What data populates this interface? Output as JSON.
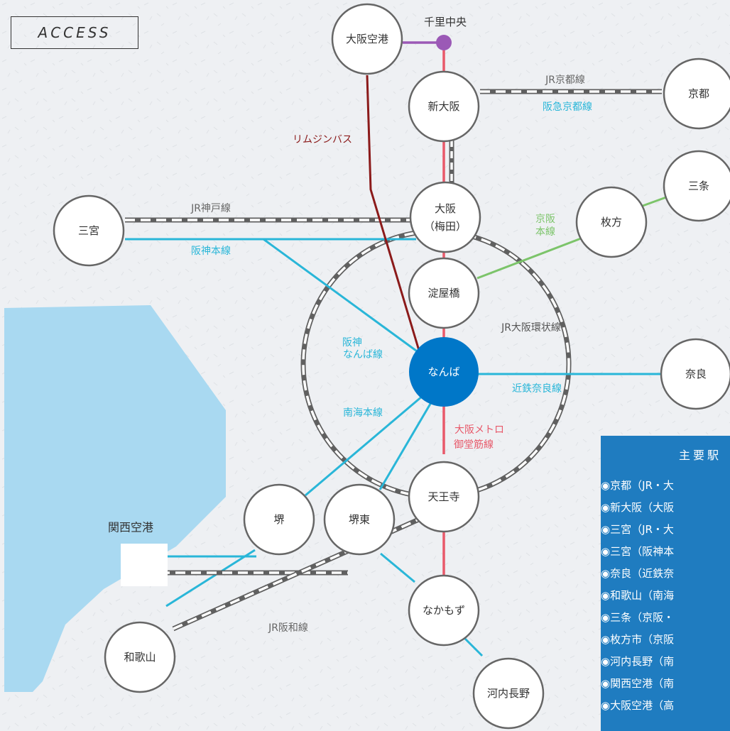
{
  "header": {
    "title": "ACCESS"
  },
  "colors": {
    "jr": "#606060",
    "hanshin": "#29b6d8",
    "keihan": "#7cc46a",
    "metro": "#e8596a",
    "limousine": "#8b1a1a",
    "kitakyu": "#9b59b6",
    "hub": "#0077c8",
    "sea": "#a9d9f1",
    "panel": "#1f7cc0"
  },
  "stations": {
    "itami_airport": "大阪空港",
    "senri_chuo": "千里中央",
    "shin_osaka": "新大阪",
    "kyoto": "京都",
    "sanjo": "三条",
    "hirakata": "枚方",
    "osaka_line1": "大阪",
    "osaka_line2": "（梅田）",
    "sannomiya": "三宮",
    "yodoyabashi": "淀屋橋",
    "namba": "なんば",
    "nara": "奈良",
    "tennoji": "天王寺",
    "sakai": "堺",
    "sakai_higashi": "堺東",
    "kansai_airport": "関西空港",
    "nakamozu": "なかもず",
    "wakayama": "和歌山",
    "kawachinagano": "河内長野"
  },
  "lines": {
    "jr_kyoto": "JR京都線",
    "hankyu_kyoto": "阪急京都線",
    "limousine": "リムジンバス",
    "jr_kobe": "JR神戸線",
    "hanshin_main": "阪神本線",
    "keihan_line1": "京阪",
    "keihan_line2": "本線",
    "jr_loop": "JR大阪環状線",
    "hanshin_namba_line1": "阪神",
    "hanshin_namba_line2": "なんば線",
    "kintetsu_nara": "近鉄奈良線",
    "nankai_main": "南海本線",
    "metro_line1": "大阪メトロ",
    "metro_line2": "御堂筋線",
    "jr_hanwa": "JR阪和線"
  },
  "panel": {
    "title": "主要駅",
    "items": [
      "◉京都（JR・大",
      "◉新大阪（大阪",
      "◉三宮（JR・大",
      "◉三宮（阪神本",
      "◉奈良（近鉄奈",
      "◉和歌山（南海",
      "◉三条（京阪・",
      "◉枚方市（京阪",
      "◉河内長野（南",
      "◉関西空港（南",
      "◉大阪空港（高"
    ]
  }
}
